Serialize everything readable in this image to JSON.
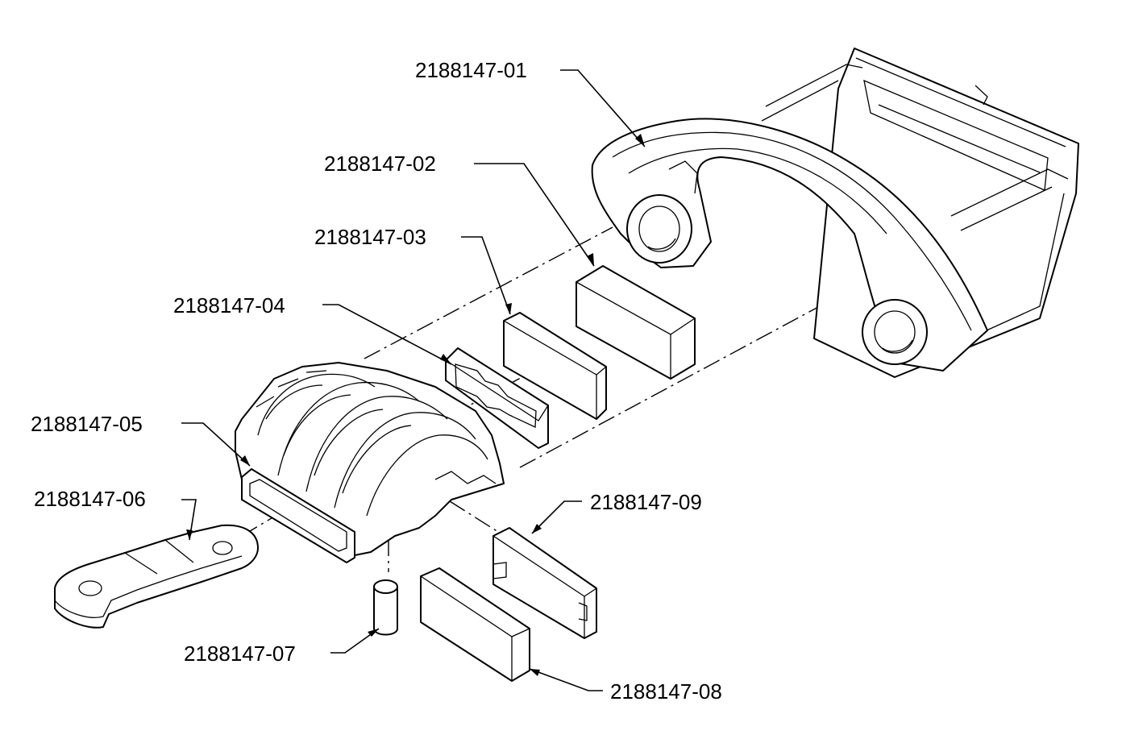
{
  "diagram": {
    "labels": [
      "2188147-01",
      "2188147-02",
      "2188147-03",
      "2188147-04",
      "2188147-05",
      "2188147-06",
      "2188147-07",
      "2188147-08",
      "2188147-09"
    ]
  }
}
